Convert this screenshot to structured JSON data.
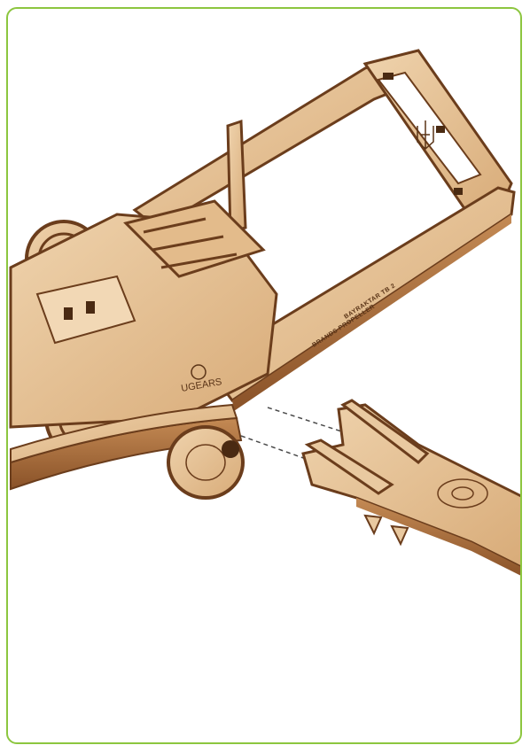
{
  "engravings": {
    "part_label_1": "BAYRAKTAR TB 2",
    "part_label_2": "BRANDS PROPELLER",
    "logo": "UGEARS",
    "crest": "trident-emblem"
  },
  "colors": {
    "border": "#8cc63f",
    "wood_light": "#e9c9a0",
    "wood_mid": "#d9ae7c",
    "wood_edge": "#6b3d1c"
  }
}
